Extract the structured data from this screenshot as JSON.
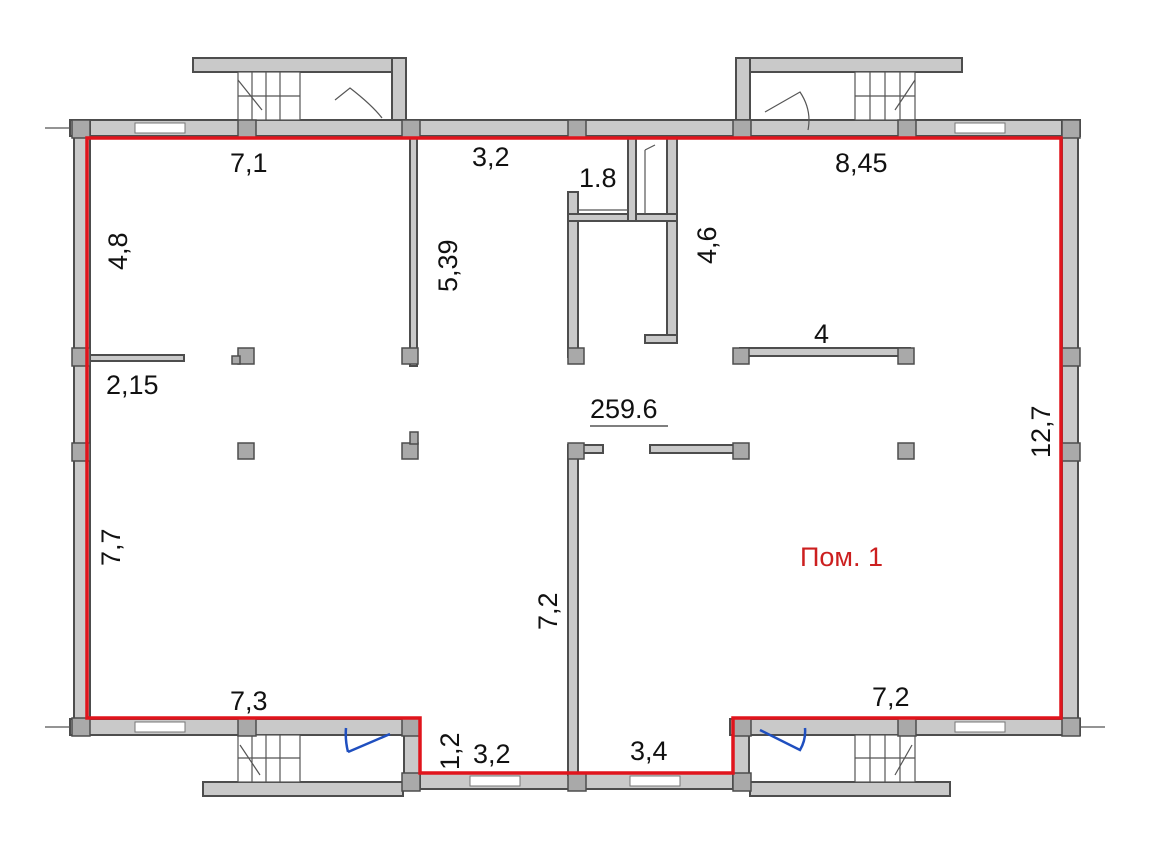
{
  "plan": {
    "room_label": "Пом. 1",
    "area": "259.6",
    "dimensions": {
      "top_left": "7,1",
      "top_mid": "3,2",
      "niche_width": "1.8",
      "top_right": "8,45",
      "left_upper": "4,8",
      "partition_height": "5,39",
      "shaft_height": "4,6",
      "partition_right": "4",
      "partition_left": "2,15",
      "right_side": "12,7",
      "left_lower": "7,7",
      "mid_partition": "7,2",
      "bottom_left": "7,3",
      "bottom_right": "7,2",
      "bottom_step": "1,2",
      "bottom_mid_left": "3,2",
      "bottom_mid_right": "3,4"
    },
    "colors": {
      "outline": "#e0141c",
      "label": "#cc1f1f",
      "wall": "#c9c9c9",
      "door_swing": "#1f4fbf"
    }
  }
}
